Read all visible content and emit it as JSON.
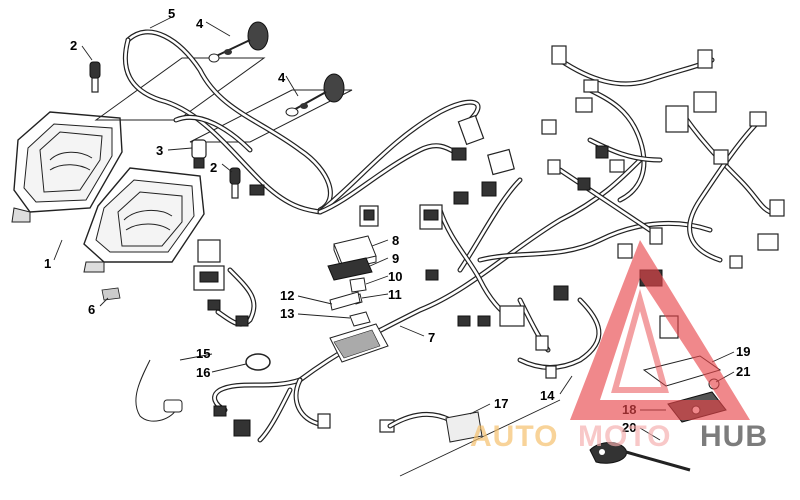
{
  "callouts": {
    "c1": "1",
    "c2a": "2",
    "c2b": "2",
    "c3": "3",
    "c4a": "4",
    "c4b": "4",
    "c5": "5",
    "c6": "6",
    "c7": "7",
    "c8": "8",
    "c9": "9",
    "c10": "10",
    "c11": "11",
    "c12": "12",
    "c13": "13",
    "c14": "14",
    "c15": "15",
    "c16": "16",
    "c17": "17",
    "c18": "18",
    "c19": "19",
    "c20": "20",
    "c21": "21"
  },
  "watermark": {
    "text_auto": "AUTO",
    "text_moto": "MOTO",
    "text_hub": "HUB",
    "colors": {
      "auto": "#f5c06a",
      "moto": "#f5b0b0",
      "hub": "#555555",
      "triangle": "#e8454a"
    }
  }
}
